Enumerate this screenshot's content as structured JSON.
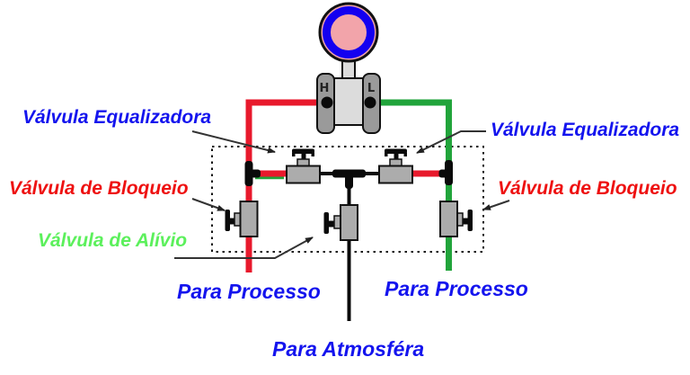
{
  "labels": {
    "equalizer_left": "Válvula Equalizadora",
    "equalizer_right": "Válvula Equalizadora",
    "block_left": "Válvula de Bloqueio",
    "block_right": "Válvula de Bloqueio",
    "relief": "Válvula de Alívio",
    "process_left": "Para Processo",
    "process_right": "Para Processo",
    "atmosphere": "Para Atmosféra"
  },
  "transmitter": {
    "high_port_label": "H",
    "low_port_label": "L"
  },
  "colors": {
    "label_blue": "#1414ee",
    "label_red": "#ee1111",
    "label_green": "#5cf05c",
    "pipe_red": "#e8192c",
    "pipe_green": "#21a43b",
    "pipe_black": "#0a0a0a",
    "gauge_ring_blue": "#1400f0",
    "gauge_face_pink": "#f2a4aa",
    "valve_gray": "#acacac",
    "chamber_dark_gray": "#9a9a9a",
    "body_light_gray": "#dcdcdc",
    "leader_line": "#333333"
  }
}
